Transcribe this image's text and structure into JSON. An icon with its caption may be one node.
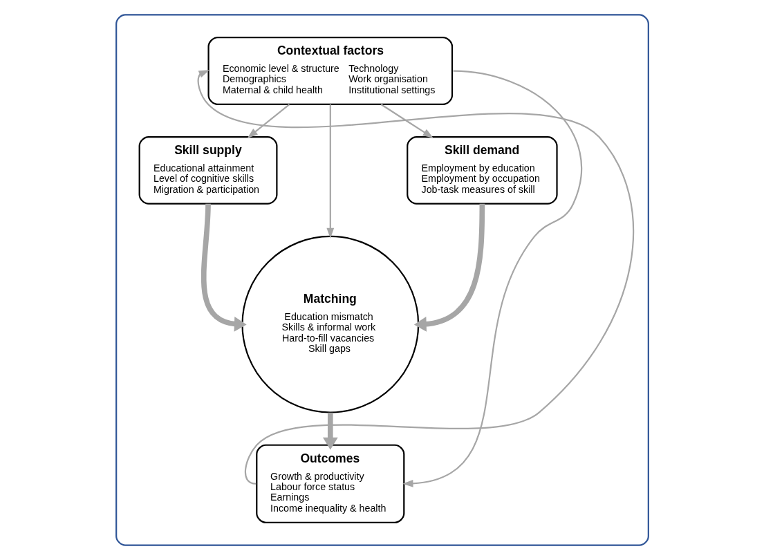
{
  "diagram": {
    "nodes": [
      {
        "text": [],
        "shape": "box"
      },
      {
        "text": [
          "Contextual factors",
          "Economic level & structure",
          "Demographics",
          "Maternal & child health",
          "Technology",
          "Work organisation",
          "Institutional settings"
        ],
        "in": 0
      },
      {
        "text": [
          "Skill supply",
          "Educational attainment",
          "Level of cognitive skills",
          "Migration & participation"
        ],
        "in": 0
      },
      {
        "text": [
          "Matching",
          "Education mismatch",
          "Skills & informal work",
          "Hard-to-fill vacancies",
          "Skill gaps"
        ],
        "in": 0
      },
      {
        "text": [
          "Skill demand",
          "Employment by education",
          "Employment by occupation",
          "Job-task measures of skill"
        ],
        "in": 0
      },
      {
        "text": [
          "Outcomes",
          "Growth & productivity",
          "Labour force status",
          "Earnings",
          "Income inequality & health"
        ],
        "in": 0
      }
    ],
    "edges": [
      {
        "from": 1,
        "to": 2,
        "arrow": "to"
      },
      {
        "from": 1,
        "to": 3,
        "arrow": "to"
      },
      {
        "from": 1,
        "to": 4,
        "arrow": "to"
      },
      {
        "from": 2,
        "to": 3,
        "arrow": "to",
        "style": "thick"
      },
      {
        "from": 4,
        "to": 3,
        "arrow": "to",
        "style": "thick"
      },
      {
        "from": 3,
        "to": 5,
        "arrow": "to",
        "style": "thick"
      },
      {
        "from": 5,
        "to": 1,
        "arrow": "to"
      },
      {
        "from": 1,
        "to": 5,
        "arrow": "to"
      }
    ]
  }
}
